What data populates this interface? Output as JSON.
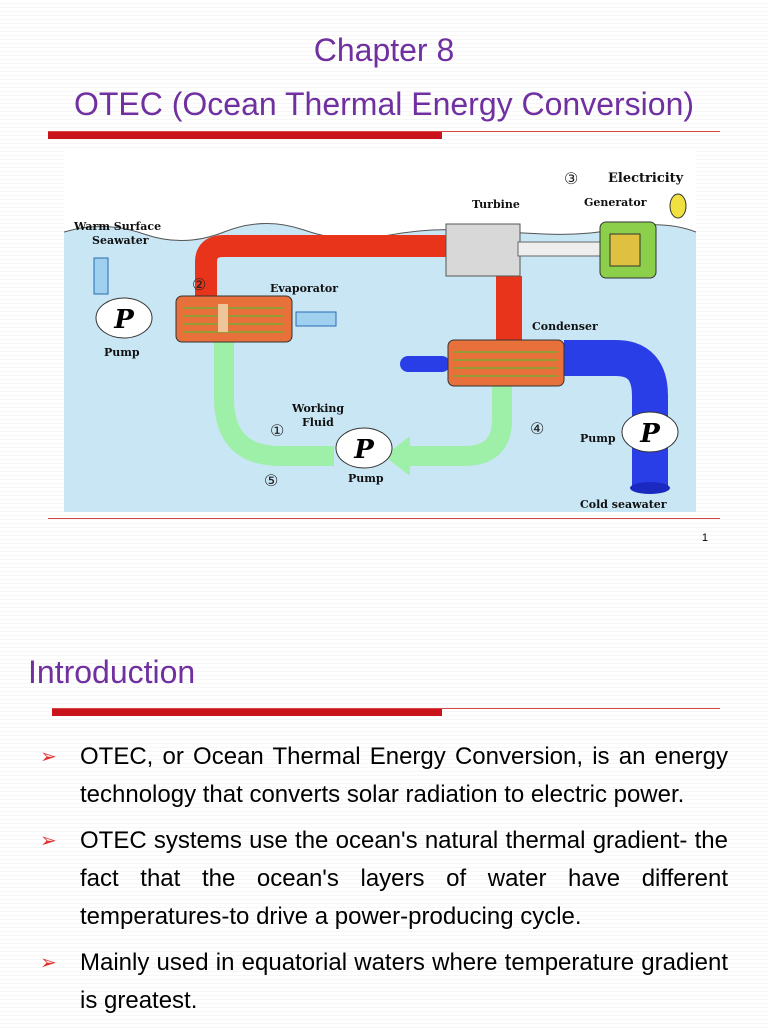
{
  "slide1": {
    "chapter": "Chapter 8",
    "title": "OTEC (Ocean Thermal Energy Conversion)",
    "page_number": "1",
    "diagram": {
      "labels": {
        "warm_surface": "Warm Surface",
        "seawater": "Seawater",
        "pump_left": "Pump",
        "evaporator": "Evaporator",
        "turbine": "Turbine",
        "generator": "Generator",
        "electricity": "Electricity",
        "condenser": "Condenser",
        "working": "Working",
        "fluid": "Fluid",
        "pump_bottom": "Pump",
        "pump_right": "Pump",
        "cold_seawater": "Cold seawater",
        "pump_symbol": "P",
        "step1": "①",
        "step2": "②",
        "step3": "③",
        "step4": "④",
        "step5": "⑤"
      },
      "colors": {
        "sea": "#c9e6f5",
        "sky": "#ffffff",
        "hot_pipe": "#e8341a",
        "working_fluid": "#9ef0a8",
        "cold_pipe": "#2a3ee8",
        "heat_exchanger": "#e8703a",
        "turbine": "#d8d8d8",
        "generator": "#8ccf4a"
      }
    }
  },
  "slide2": {
    "title": "Introduction",
    "bullets": [
      "OTEC, or Ocean Thermal Energy Conversion, is an energy technology that converts solar radiation to electric power.",
      "OTEC systems use the ocean's natural thermal gradient- the fact that the ocean's layers of water have different temperatures-to drive a power-producing cycle.",
      "Mainly used in equatorial waters where temperature gradient is greatest."
    ]
  }
}
